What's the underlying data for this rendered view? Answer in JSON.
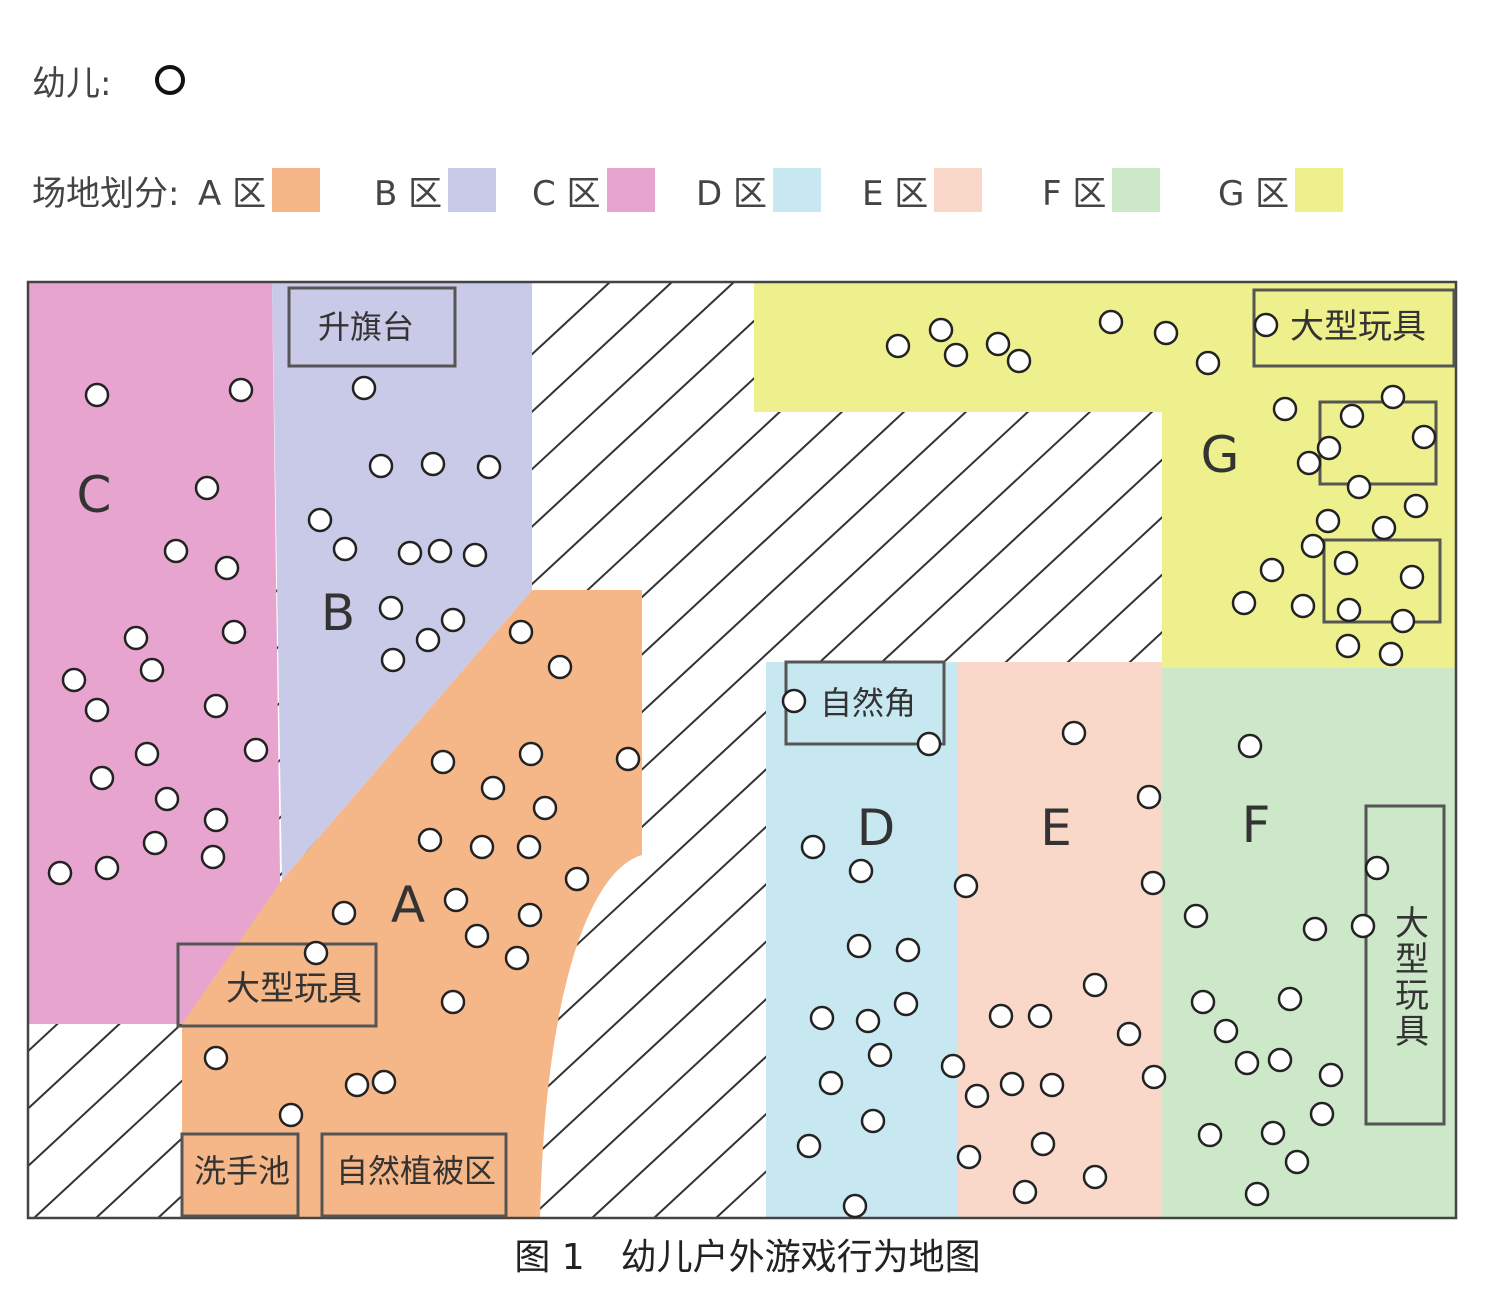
{
  "legend": {
    "child_label": "幼儿:",
    "zone_label": "场地划分:",
    "zones": [
      {
        "name": "A 区",
        "color": "#f6b788"
      },
      {
        "name": "B 区",
        "color": "#c9c9e8"
      },
      {
        "name": "C 区",
        "color": "#e6a4cf"
      },
      {
        "name": "D 区",
        "color": "#c7e7f1"
      },
      {
        "name": "E 区",
        "color": "#f9d8c9"
      },
      {
        "name": "F 区",
        "color": "#cde8c9"
      },
      {
        "name": "G 区",
        "color": "#eef08d"
      }
    ]
  },
  "zones": {
    "A": {
      "label": "A",
      "color": "#f6b788"
    },
    "B": {
      "label": "B",
      "color": "#c9c9e8"
    },
    "C": {
      "label": "C",
      "color": "#e6a4cf"
    },
    "D": {
      "label": "D",
      "color": "#c7e7f1"
    },
    "E": {
      "label": "E",
      "color": "#f9d8c9"
    },
    "F": {
      "label": "F",
      "color": "#cde8c9"
    },
    "G": {
      "label": "G",
      "color": "#eef08d"
    }
  },
  "facilities": {
    "flag_platform": "升旗台",
    "large_toy_g": "大型玩具",
    "nature_corner": "自然角",
    "large_toy_a": "大型玩具",
    "large_toy_f": "大型玩具",
    "wash_basin": "洗手池",
    "vegetation_area": "自然植被区"
  },
  "caption": "图 1　幼儿户外游戏行为地图"
}
